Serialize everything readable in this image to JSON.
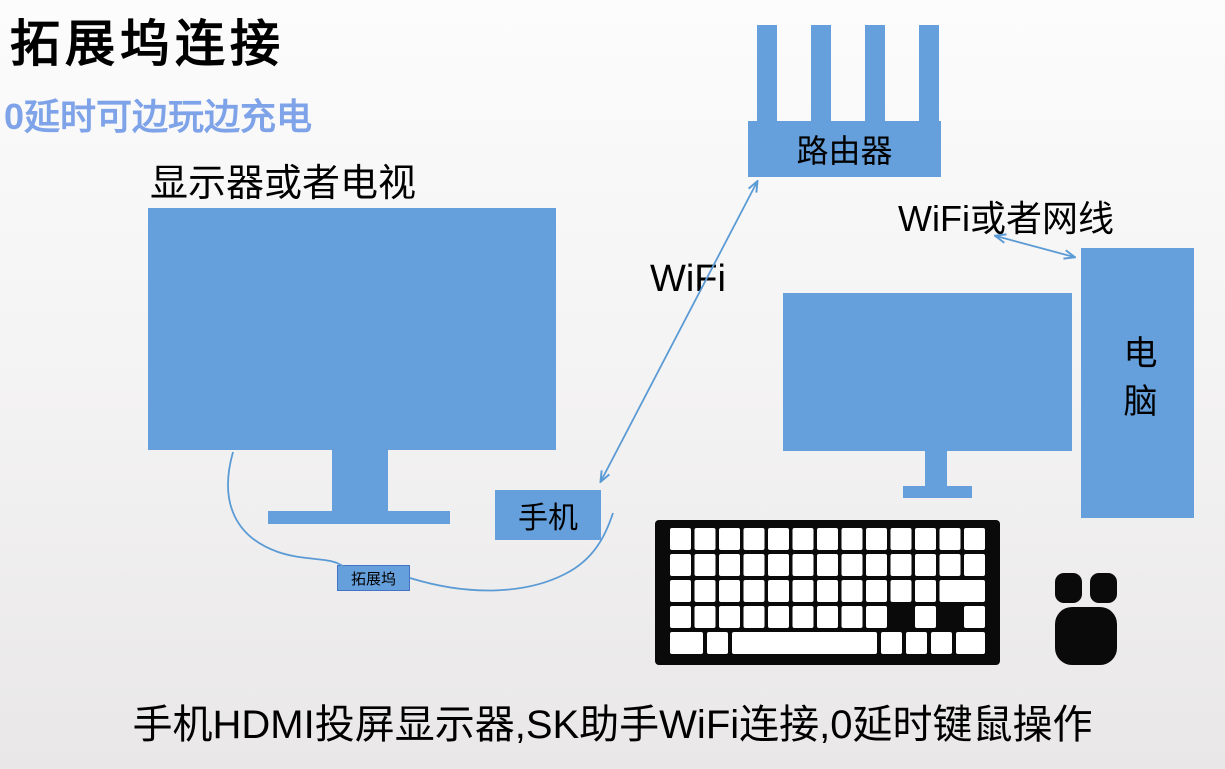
{
  "title": "拓展坞连接",
  "subtitle": "0延时可边玩边充电",
  "diagram": {
    "monitor_label": "显示器或者电视",
    "router_label": "路由器",
    "wifi_cable_label": "WiFi或者网线",
    "wifi_label": "WiFi",
    "pc_label": "电脑",
    "phone_label": "手机",
    "dock_label": "拓展坞"
  },
  "caption": "手机HDMI投屏显示器,SK助手WiFi连接,0延时键鼠操作",
  "icons": {
    "keyboard": "keyboard-icon",
    "mouse": "mouse-icon"
  },
  "colors": {
    "shape_blue": "#66A0DC",
    "subtitle_blue": "#7FA3E8",
    "connector_blue": "#5B9BD5",
    "icon_black": "#0A0A0A",
    "text_black": "#000000"
  }
}
